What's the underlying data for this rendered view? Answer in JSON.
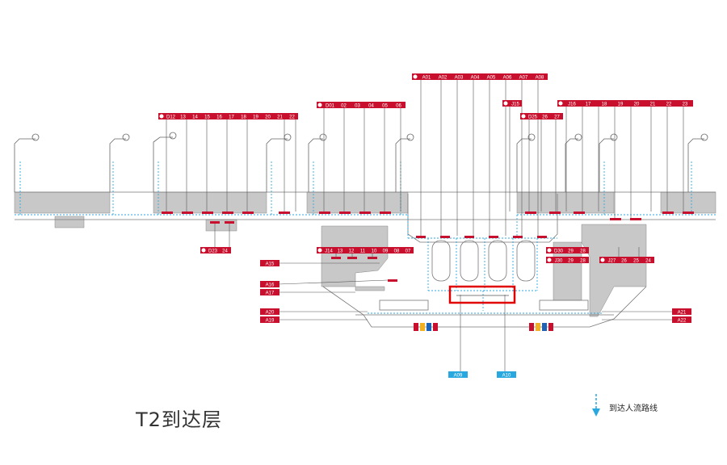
{
  "title": "T2到达层",
  "legend": {
    "label": "到达人流路线"
  },
  "colors": {
    "gate_red": "#c8102e",
    "flow_blue": "#29a8e0",
    "wall_gray": "#c8c8c8",
    "line_gray": "#555555",
    "highlight": "#e00000"
  },
  "gate_groups": [
    {
      "labels": [
        "D12",
        "13",
        "14",
        "15",
        "16",
        "17",
        "18",
        "19",
        "20",
        "21",
        "22"
      ]
    },
    {
      "labels": [
        "D01",
        "02",
        "03",
        "04",
        "05",
        "06"
      ]
    },
    {
      "labels": [
        "A01",
        "A02",
        "A03",
        "A04",
        "A05",
        "A06",
        "A07",
        "A08"
      ]
    },
    {
      "labels": [
        "J15"
      ]
    },
    {
      "labels": [
        "D25",
        "26",
        "27"
      ]
    },
    {
      "labels": [
        "J16",
        "17",
        "18",
        "19",
        "20",
        "21",
        "22",
        "23"
      ]
    },
    {
      "labels": [
        "D23",
        "24"
      ]
    },
    {
      "labels": [
        "J14",
        "13",
        "12",
        "11",
        "10",
        "09",
        "08",
        "07"
      ]
    },
    {
      "labels": [
        "D30",
        "29",
        "28"
      ]
    },
    {
      "labels": [
        "J30",
        "29",
        "28"
      ]
    },
    {
      "labels": [
        "J27",
        "26",
        "25",
        "24"
      ]
    }
  ],
  "side_labels": [
    "A15",
    "A16",
    "A17",
    "A20",
    "A19",
    "A21",
    "A22"
  ],
  "bottom_labels": [
    "A09",
    "A10"
  ]
}
